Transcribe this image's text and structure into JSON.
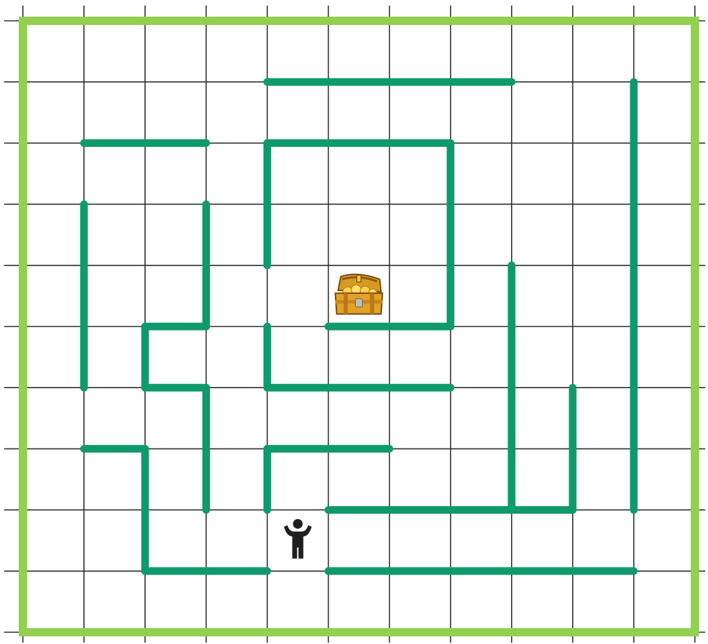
{
  "maze": {
    "columns": 11,
    "rows": 10,
    "colors": {
      "grid": "#2b2b2b",
      "wall": "#0e9a6c",
      "border": "#92d050",
      "background": "#ffffff",
      "player": "#1f1f1f"
    },
    "walls": [
      [
        [
          4,
          1
        ],
        [
          8,
          1
        ]
      ],
      [
        [
          1,
          2
        ],
        [
          3,
          2
        ]
      ],
      [
        [
          4,
          2
        ],
        [
          7,
          2
        ]
      ],
      [
        [
          4,
          2
        ],
        [
          4,
          4
        ]
      ],
      [
        [
          7,
          2
        ],
        [
          7,
          5
        ]
      ],
      [
        [
          5,
          5
        ],
        [
          7,
          5
        ]
      ],
      [
        [
          1,
          3
        ],
        [
          1,
          6
        ]
      ],
      [
        [
          3,
          3
        ],
        [
          3,
          5
        ]
      ],
      [
        [
          2,
          5
        ],
        [
          3,
          5
        ]
      ],
      [
        [
          2,
          5
        ],
        [
          2,
          6
        ]
      ],
      [
        [
          2,
          6
        ],
        [
          3,
          6
        ]
      ],
      [
        [
          3,
          6
        ],
        [
          3,
          8
        ]
      ],
      [
        [
          4,
          5
        ],
        [
          4,
          6
        ]
      ],
      [
        [
          4,
          6
        ],
        [
          7,
          6
        ]
      ],
      [
        [
          10,
          1
        ],
        [
          10,
          8
        ]
      ],
      [
        [
          8,
          4
        ],
        [
          8,
          8
        ]
      ],
      [
        [
          9,
          6
        ],
        [
          9,
          8
        ]
      ],
      [
        [
          5,
          8
        ],
        [
          9,
          8
        ]
      ],
      [
        [
          1,
          7
        ],
        [
          2,
          7
        ]
      ],
      [
        [
          2,
          7
        ],
        [
          2,
          9
        ]
      ],
      [
        [
          2,
          9
        ],
        [
          4,
          9
        ]
      ],
      [
        [
          4,
          7
        ],
        [
          6,
          7
        ]
      ],
      [
        [
          4,
          7
        ],
        [
          4,
          8
        ]
      ],
      [
        [
          5,
          9
        ],
        [
          10,
          9
        ]
      ]
    ],
    "treasure": {
      "icon": "treasure-chest-icon",
      "col": 5,
      "row": 4
    },
    "player": {
      "icon": "person-icon",
      "col": 4,
      "row": 8
    }
  }
}
